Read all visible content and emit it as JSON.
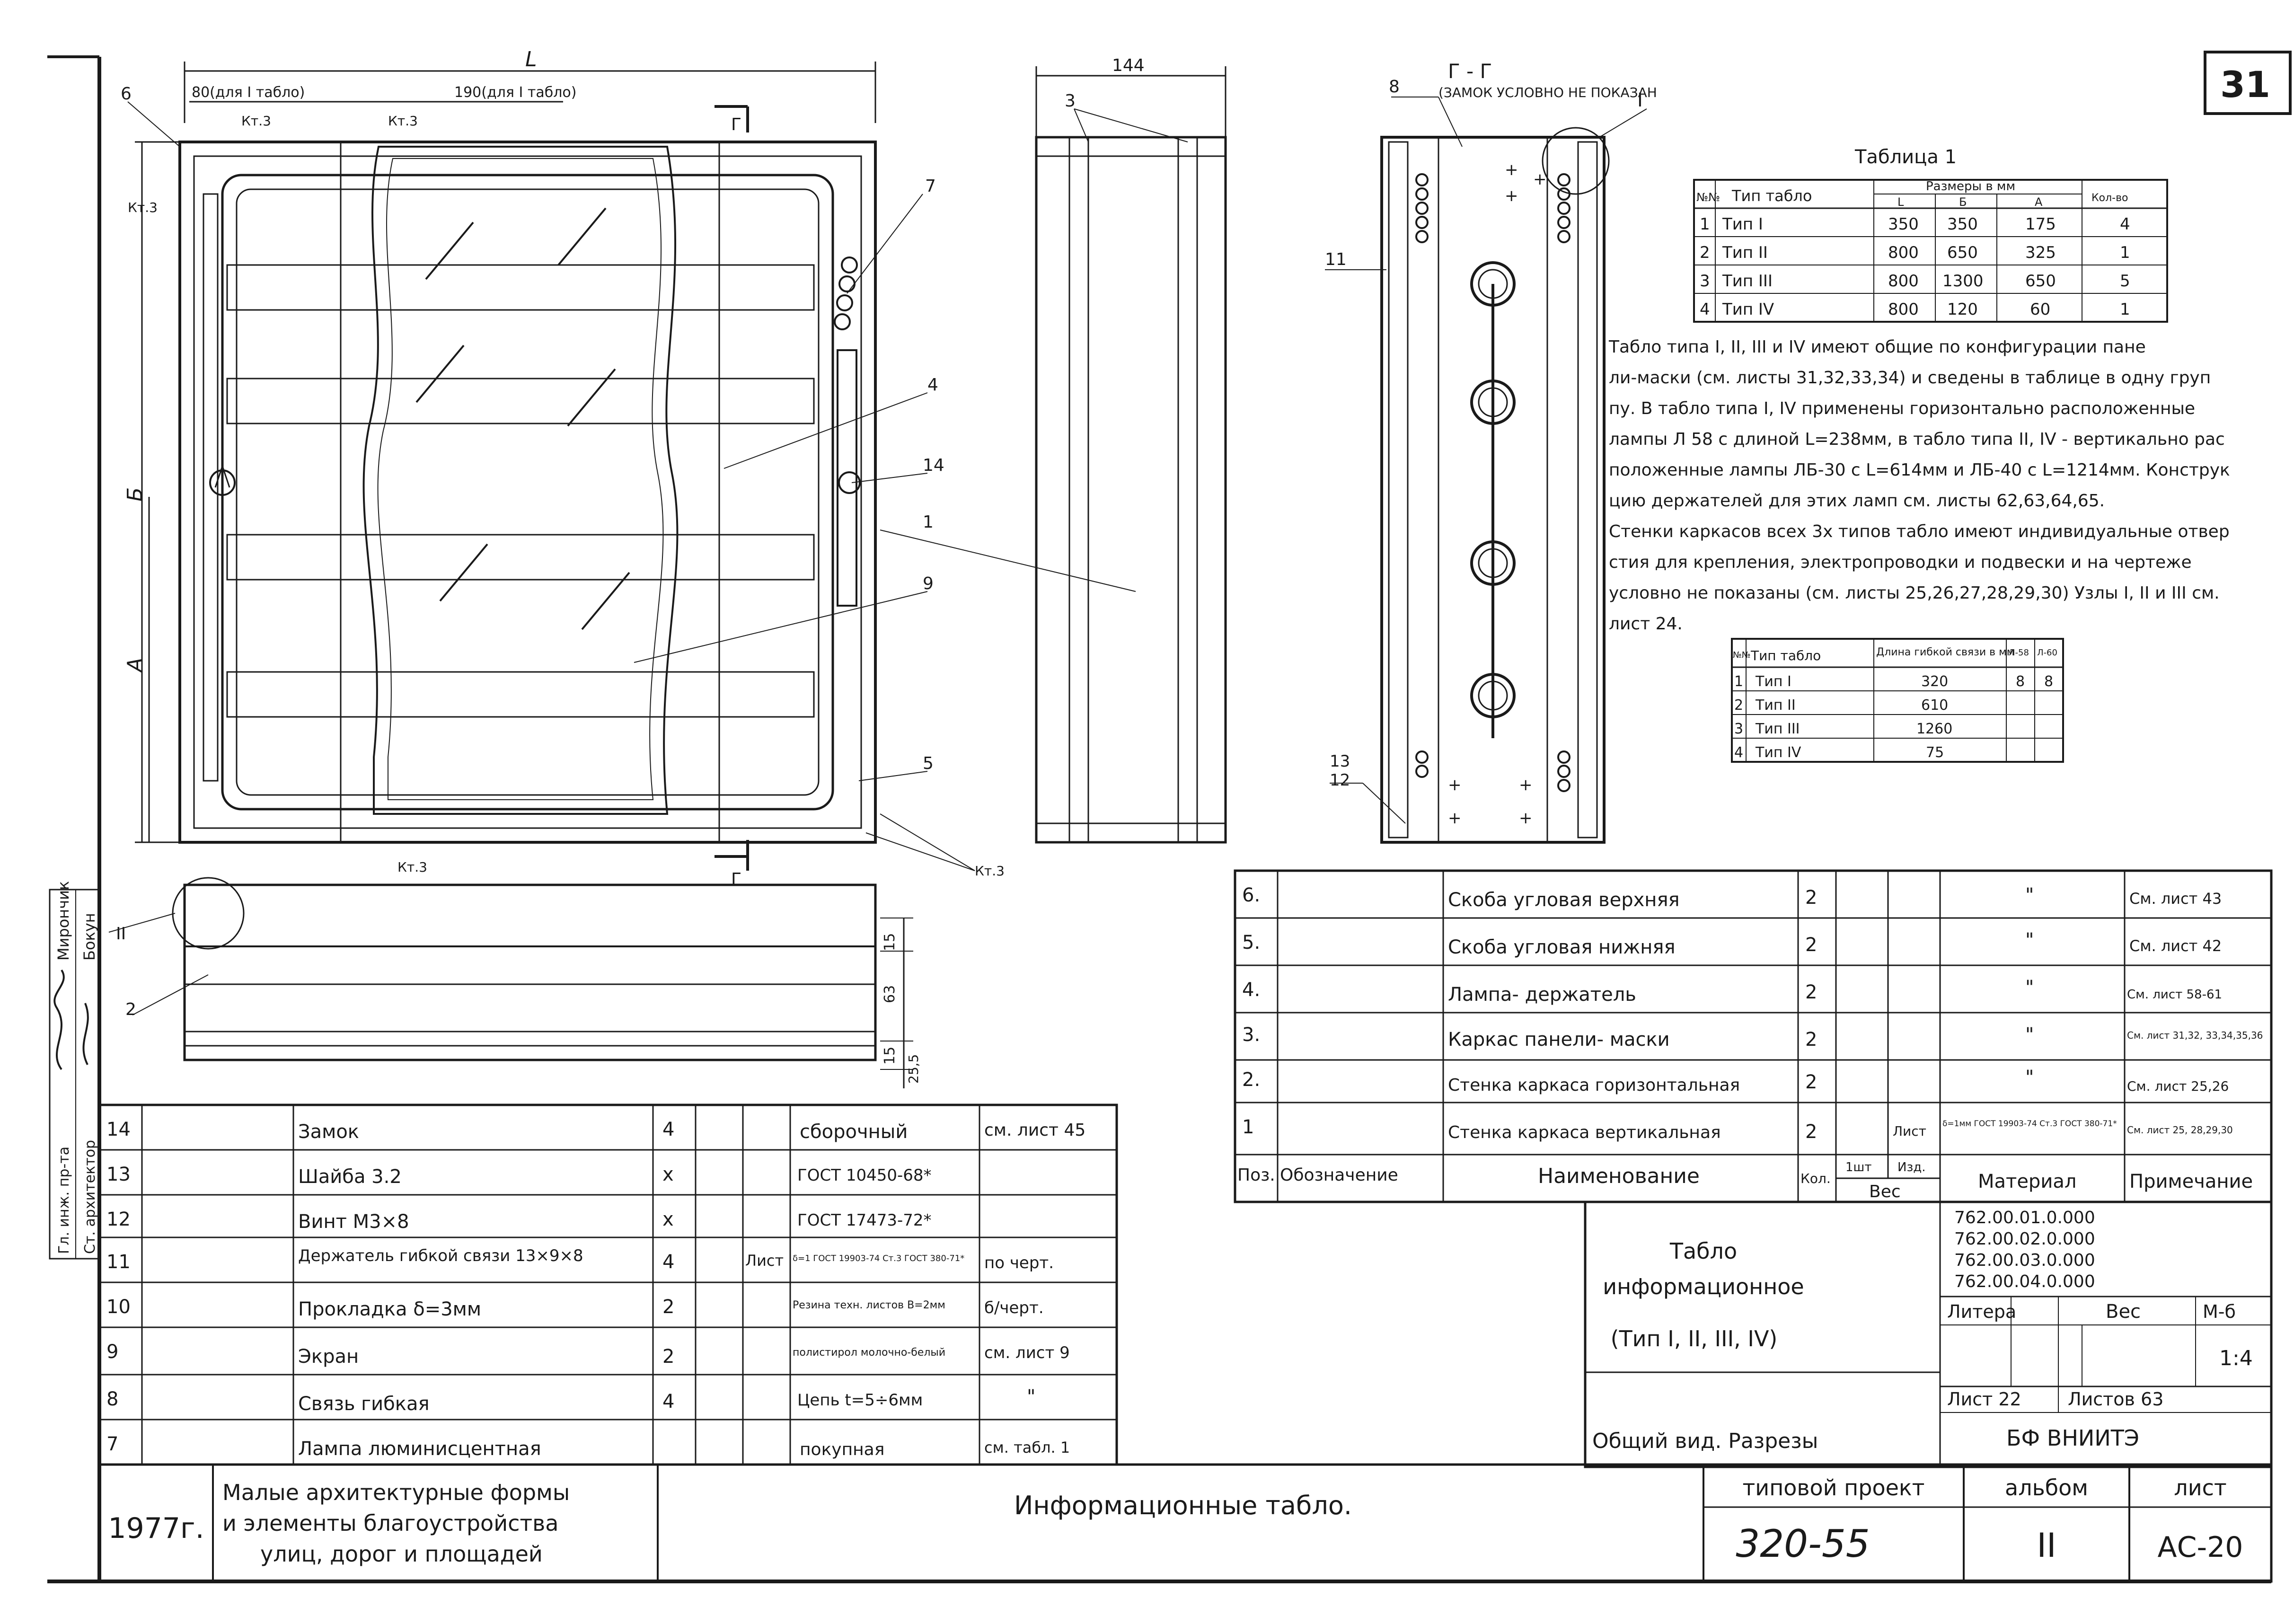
{
  "sheet": {
    "number": "31"
  },
  "plan": {
    "dim_L": "L",
    "dim_80": "80(для I табло)",
    "dim_190": "190(для I табло)",
    "dim_B": "Б",
    "dim_A": "А",
    "section_mark": "Г",
    "weld": "Кт.3",
    "callouts": [
      "6",
      "7",
      "4",
      "14",
      "1",
      "9",
      "5"
    ]
  },
  "side": {
    "dim": "144",
    "callout": "3"
  },
  "bottom": {
    "callouts": [
      "II",
      "2"
    ],
    "dims": [
      "15",
      "63",
      "15",
      "25,5"
    ]
  },
  "section": {
    "title": "Г - Г",
    "note": "(ЗАМОК УСЛОВНО НЕ ПОКАЗАН",
    "callouts": [
      "8",
      "I",
      "11",
      "13",
      "12"
    ]
  },
  "table1": {
    "title": "Таблица 1",
    "headers": [
      "№№",
      "Тип табло",
      "Размеры в мм",
      "L",
      "Б",
      "А",
      "Кол-во"
    ],
    "rows": [
      [
        "1",
        "Тип I",
        "350",
        "350",
        "175",
        "4"
      ],
      [
        "2",
        "Тип II",
        "800",
        "650",
        "325",
        "1"
      ],
      [
        "3",
        "Тип III",
        "800",
        "1300",
        "650",
        "5"
      ],
      [
        "4",
        "Тип IV",
        "800",
        "120",
        "60",
        "1"
      ]
    ]
  },
  "notes": [
    "Табло типа I, II, III и IV имеют общие по конфигурации пане",
    "ли-маски (см. листы 31,32,33,34) и сведены в таблице в одну груп",
    "пу. В табло типа I, IV применены горизонтально расположенные",
    "лампы Л 58 с длиной L=238мм, в табло типа II, IV - вертикально рас",
    "положенные лампы ЛБ-30 с L=614мм и ЛБ-40 с L=1214мм. Конструк",
    "цию держателей для этих ламп см. листы 62,63,64,65.",
    "Стенки каркасов всех 3х типов табло имеют индивидуальные отвер",
    "стия для крепления, электропроводки и подвески и на чертеже",
    "условно не показаны (см. листы 25,26,27,28,29,30) Узлы I, II и III см.",
    "лист 24."
  ],
  "table2": {
    "headers": [
      "№№",
      "Тип табло",
      "Длина гибкой связи в мм",
      "Л-58",
      "Л-60"
    ],
    "rows": [
      [
        "1",
        "Тип I",
        "320",
        "8",
        "8"
      ],
      [
        "2",
        "Тип II",
        "610",
        "",
        ""
      ],
      [
        "3",
        "Тип III",
        "1260",
        "",
        ""
      ],
      [
        "4",
        "Тип IV",
        "75",
        "",
        ""
      ]
    ]
  },
  "spec_right": {
    "rows": [
      [
        "6.",
        "",
        "Скоба угловая верхняя",
        "2",
        "",
        "",
        "\"",
        "См. лист 43"
      ],
      [
        "5.",
        "",
        "Скоба угловая нижняя",
        "2",
        "",
        "",
        "\"",
        "См. лист 42"
      ],
      [
        "4.",
        "",
        "Лампа- держатель",
        "2",
        "",
        "",
        "\"",
        "См. лист 58-61"
      ],
      [
        "3.",
        "",
        "Каркас панели- маски",
        "2",
        "",
        "",
        "\"",
        "См. лист 31,32, 33,34,35,36"
      ],
      [
        "2.",
        "",
        "Стенка каркаса горизонтальная",
        "2",
        "",
        "",
        "\"",
        "См. лист 25,26"
      ],
      [
        "1",
        "",
        "Стенка каркаса вертикальная",
        "2",
        "",
        "Лист",
        "δ=1мм ГОСТ 19903-74 Ст.3 ГОСТ 380-71*",
        "См. лист 25, 28,29,30"
      ]
    ],
    "header": [
      "Поз.",
      "Обозначение",
      "Наименование",
      "Кол.",
      "1шт",
      "Изд.",
      "Материал",
      "Примечание"
    ],
    "header_weight": "Вес"
  },
  "spec_left": {
    "rows": [
      [
        "14",
        "",
        "Замок",
        "4",
        "",
        "",
        "сборочный",
        "см. лист 45"
      ],
      [
        "13",
        "",
        "Шайба 3.2",
        "х",
        "",
        "",
        "ГОСТ 10450-68*",
        ""
      ],
      [
        "12",
        "",
        "Винт М3×8",
        "х",
        "",
        "",
        "ГОСТ 17473-72*",
        ""
      ],
      [
        "11",
        "",
        "Держатель гибкой связи 13×9×8",
        "4",
        "",
        "Лист",
        "δ=1 ГОСТ 19903-74 Ст.3 ГОСТ 380-71*",
        "по черт."
      ],
      [
        "10",
        "",
        "Прокладка δ=3мм",
        "2",
        "",
        "",
        "Резина техн. листов В=2мм",
        "б/черт."
      ],
      [
        "9",
        "",
        "Экран",
        "2",
        "",
        "",
        "полистирол молочно-белый",
        "см. лист 9"
      ],
      [
        "8",
        "",
        "Связь гибкая",
        "4",
        "",
        "",
        "Цепь t=5÷6мм",
        "\""
      ],
      [
        "7",
        "",
        "Лампа люминисцентная",
        "",
        "",
        "",
        "покупная",
        "см. табл. 1"
      ]
    ]
  },
  "signatures": {
    "roles": [
      "Гл. инж. пр-та",
      "Ст. архитектор"
    ],
    "names": [
      "Мирончик",
      "Бокун"
    ]
  },
  "title_block": {
    "codes": [
      "762.00.01.0.000",
      "762.00.02.0.000",
      "762.00.03.0.000",
      "762.00.04.0.000"
    ],
    "item_name": [
      "Табло",
      "информационное",
      "(Тип I, II, III, IV)"
    ],
    "litera": "Литера",
    "weight": "Вес",
    "scale_label": "М-б",
    "scale": "1:4",
    "sheet_num": "Лист 22",
    "sheets_total": "Листов 63",
    "view_name": "Общий вид. Разрезы",
    "org": "БФ ВНИИТЭ",
    "year": "1977г.",
    "series": [
      "Малые архитектурные формы",
      "и элементы благоустройства",
      "улиц, дорог и площадей"
    ],
    "project_title": "Информационные табло.",
    "typ_project_label": "типовой проект",
    "typ_project": "320-55",
    "album_label": "альбом",
    "album": "II",
    "sheet_label": "лист",
    "sheet_code": "АС-20"
  }
}
